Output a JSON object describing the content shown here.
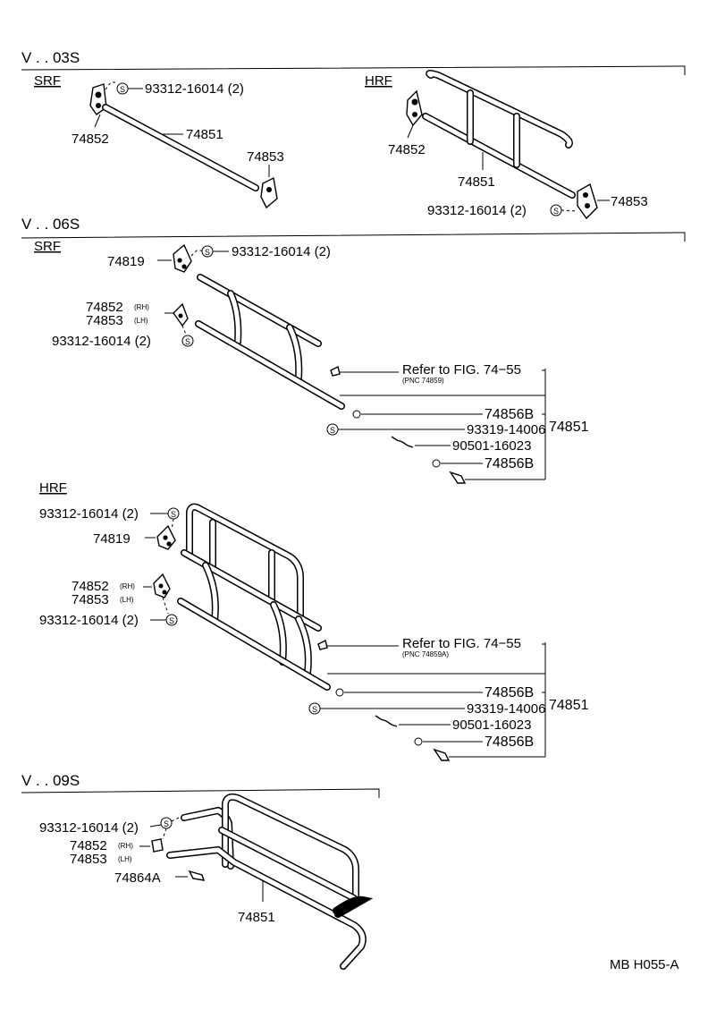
{
  "sections": [
    {
      "title": "V . . 03S"
    },
    {
      "title": "V . . 06S"
    },
    {
      "title": "V . . 09S"
    }
  ],
  "variants": {
    "srf": "SRF",
    "hrf": "HRF"
  },
  "parts": {
    "p74852": "74852",
    "p74853": "74853",
    "p74851": "74851",
    "p74819": "74819",
    "p74856b": "74856B",
    "p93319": "93319-14006",
    "p90501": "90501-16023",
    "p74864a": "74864A",
    "bolt": "93312-16014 (2)",
    "rh": "(RH)",
    "lh": "(LH)",
    "s_symbol": "S"
  },
  "refs": {
    "fig_ref": "Refer to FIG. 74−55",
    "pnc_a": "(PNC 74859)",
    "pnc_b": "(PNC 74859A)"
  },
  "footer": {
    "code": "MB H055-A"
  }
}
